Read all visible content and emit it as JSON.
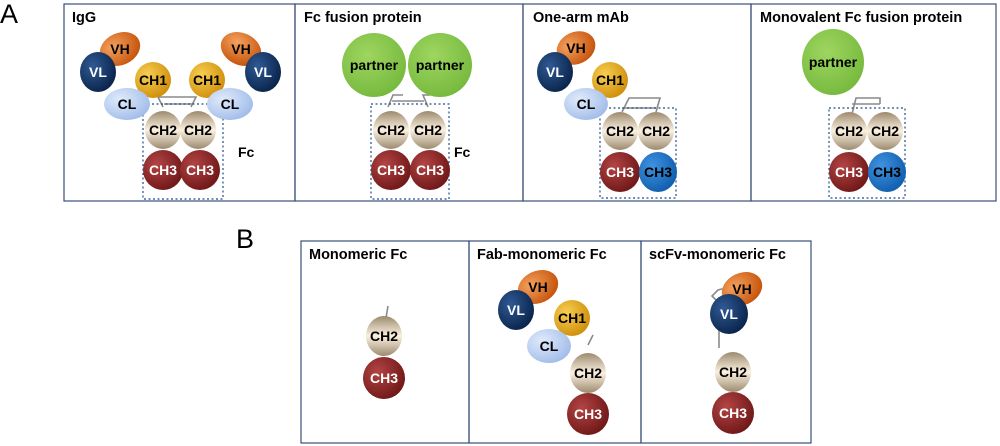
{
  "panel_letters": {
    "a": "A",
    "b": "B"
  },
  "panels": {
    "igg": {
      "title": "IgG",
      "fc_label": "Fc"
    },
    "fc_fusion": {
      "title": "Fc fusion protein",
      "fc_label": "Fc"
    },
    "one_arm": {
      "title": "One-arm mAb"
    },
    "monovalent_fusion": {
      "title": "Monovalent Fc fusion protein"
    },
    "monomeric_fc": {
      "title": "Monomeric Fc"
    },
    "fab_monomeric": {
      "title": "Fab-monomeric Fc"
    },
    "scfv_monomeric": {
      "title": "scFv-monomeric Fc"
    }
  },
  "domain_labels": {
    "VH": "VH",
    "VL": "VL",
    "CH1": "CH1",
    "CL": "CL",
    "CH2": "CH2",
    "CH3": "CH3",
    "partner": "partner"
  },
  "colors": {
    "VH": "#D9620F",
    "VL": "#0E2E5C",
    "CH1": "#E3A20D",
    "CL": "#B7CDEF",
    "CH2": "#CFC0A6",
    "CH3": "#8B2424",
    "partner": "#8CCB4E",
    "knob": "#1A73C7",
    "panel_border": "#3B4F7A",
    "fc_box": "#1F4E8C",
    "linker": "#8A8A8A"
  }
}
